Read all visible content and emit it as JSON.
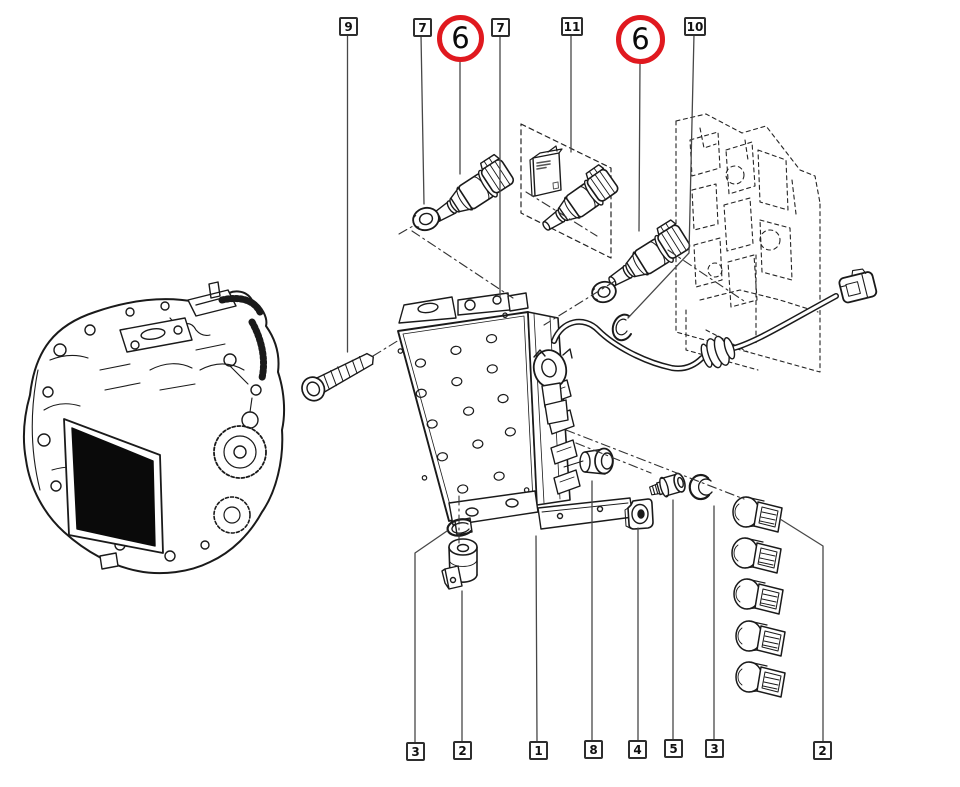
{
  "diagram_type": "exploded-parts-diagram",
  "colors": {
    "background": "#ffffff",
    "line_art": "#1a1a1a",
    "leader_line": "#444444",
    "highlight_ring": "#e0191f"
  },
  "callouts_top": [
    {
      "label": "9",
      "style": "box"
    },
    {
      "label": "7",
      "style": "box"
    },
    {
      "label": "6",
      "style": "red-circle"
    },
    {
      "label": "7",
      "style": "box"
    },
    {
      "label": "11",
      "style": "box"
    },
    {
      "label": "6",
      "style": "red-circle"
    },
    {
      "label": "10",
      "style": "box"
    }
  ],
  "callouts_bottom": [
    {
      "label": "3"
    },
    {
      "label": "2"
    },
    {
      "label": "1"
    },
    {
      "label": "8"
    },
    {
      "label": "4"
    },
    {
      "label": "5"
    },
    {
      "label": "3"
    },
    {
      "label": "2"
    }
  ]
}
